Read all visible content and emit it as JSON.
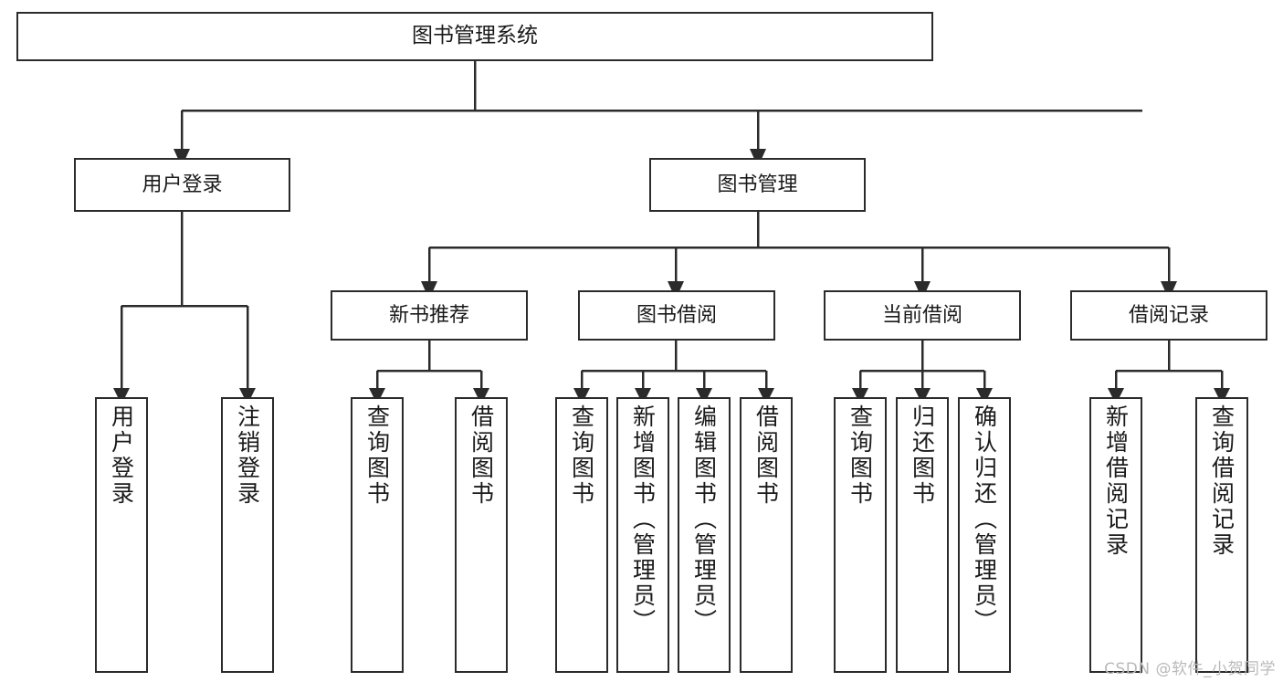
{
  "diagram": {
    "title": "图书管理系统",
    "type": "tree",
    "stroke_color": "#2b2b2b",
    "fill_color": "#ffffff",
    "text_color": "#1a1a1a"
  },
  "root": {
    "label": "图书管理系统"
  },
  "level1": [
    {
      "label": "用户登录"
    },
    {
      "label": "图书管理"
    }
  ],
  "level2": [
    {
      "label": "新书推荐"
    },
    {
      "label": "图书借阅"
    },
    {
      "label": "当前借阅"
    },
    {
      "label": "借阅记录"
    }
  ],
  "leaves": {
    "user_login": [
      {
        "label": "用户登录"
      },
      {
        "label": "注销登录"
      }
    ],
    "new_book": [
      {
        "label": "查询图书"
      },
      {
        "label": "借阅图书"
      }
    ],
    "book_borrow": [
      {
        "label": "查询图书"
      },
      {
        "label": "新增图书（管理员）"
      },
      {
        "label": "编辑图书（管理员）"
      },
      {
        "label": "借阅图书"
      }
    ],
    "current_borrow": [
      {
        "label": "查询图书"
      },
      {
        "label": "归还图书"
      },
      {
        "label": "确认归还（管理员）"
      }
    ],
    "borrow_record": [
      {
        "label": "新增借阅记录"
      },
      {
        "label": "查询借阅记录"
      }
    ]
  },
  "watermark": {
    "text": "CSDN @软件_小贺同学"
  }
}
